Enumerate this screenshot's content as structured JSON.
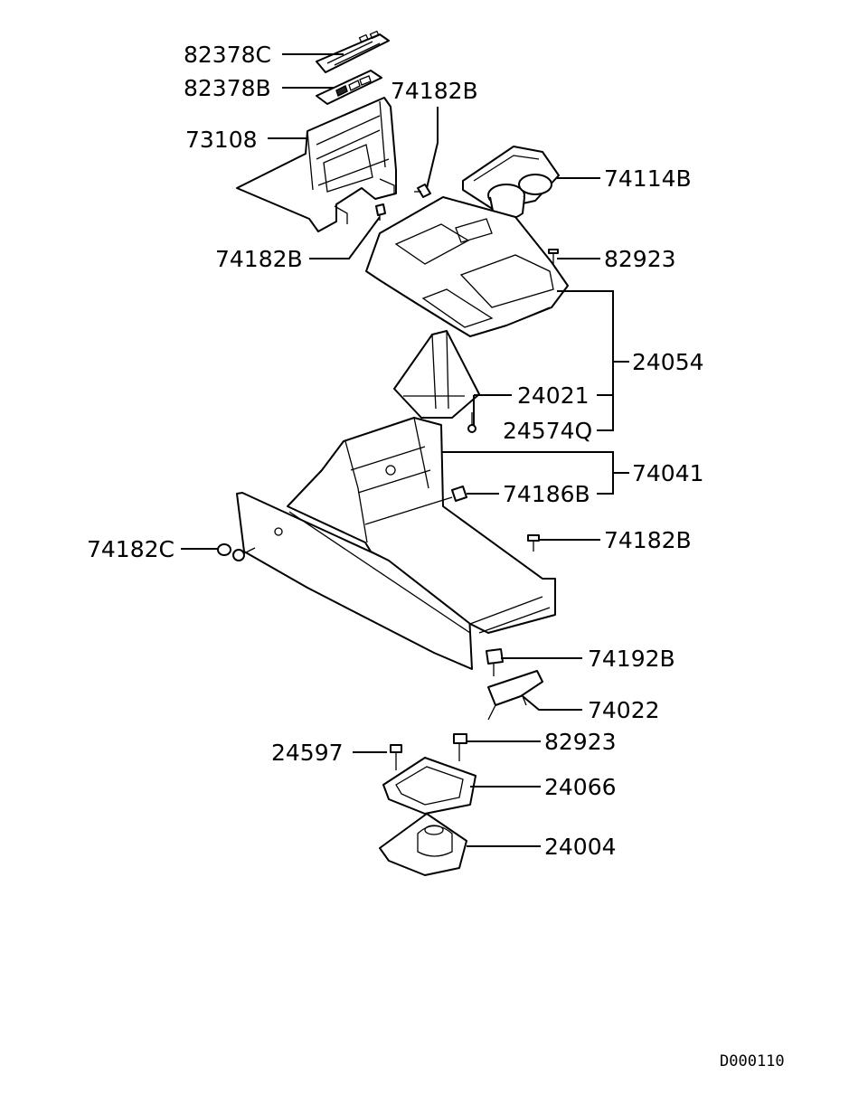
{
  "diagram": {
    "drawing_code": "D000110",
    "parts": {
      "p82378C": "82378C",
      "p82378B": "82378B",
      "p74182B_top": "74182B",
      "p73108": "73108",
      "p74114B": "74114B",
      "p74182B_left": "74182B",
      "p82923_top": "82923",
      "p24054": "24054",
      "p24021": "24021",
      "p24574Q": "24574Q",
      "p74041": "74041",
      "p74186B": "74186B",
      "p74182C": "74182C",
      "p74182B_right": "74182B",
      "p74192B": "74192B",
      "p74022": "74022",
      "p24597": "24597",
      "p82923_bottom": "82923",
      "p24066": "24066",
      "p24004": "24004"
    }
  }
}
